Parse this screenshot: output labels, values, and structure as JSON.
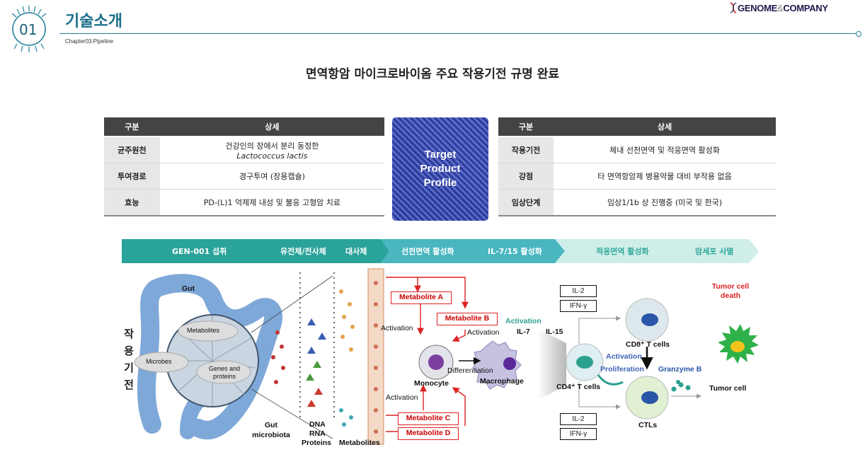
{
  "header": {
    "section_number": "01",
    "section_title": "기술소개",
    "chapter": "Chapter03.Pipeline",
    "logo_left": "GENOME",
    "logo_amp": "&",
    "logo_right": "COMPANY"
  },
  "headline": "면역항암 마이크로바이옴 주요 작용기전 규명 완료",
  "left_table": {
    "headers": [
      "구분",
      "상세"
    ],
    "rows": [
      {
        "key": "균주원천",
        "value": "건강인의 장에서 분리 동정한",
        "value_em": "Lactococcus lactis"
      },
      {
        "key": "투여경로",
        "value": "경구투여 (장용캡슐)"
      },
      {
        "key": "효능",
        "value": "PD-(L)1 억제제 내성 및 불응 고형암 치료"
      }
    ]
  },
  "tpp": {
    "line1": "Target",
    "line2": "Product",
    "line3": "Profile"
  },
  "right_table": {
    "headers": [
      "구분",
      "상세"
    ],
    "rows": [
      {
        "key": "작용기전",
        "value": "체내 선천면역 및 적응면역 활성화"
      },
      {
        "key": "강점",
        "value": "타 면역항암제 병용약물 대비 부작용 없음"
      },
      {
        "key": "임상단계",
        "value": "임상1/1b 상 진행중 (미국 및 한국)"
      }
    ]
  },
  "stages": {
    "s1": "GEN-001 섭취",
    "s2": "유전체/전사체",
    "s3": "대사체",
    "s4": "선천면역 활성화",
    "s5": "IL-7/15 활성화",
    "s6": "적응면역 활성화",
    "s7": "암세포 사멸"
  },
  "colors": {
    "stage_dark": "#2aa39a",
    "stage_mid": "#49b6c0",
    "stage_light": "#cfeee9",
    "accent_red": "#d22222",
    "accent_blue": "#1f5fa8"
  },
  "side_label": [
    "작",
    "용",
    "기",
    "전"
  ],
  "diagram": {
    "gut": "Gut",
    "metabolites": "Metabolites",
    "microbes": "Microbes",
    "genes_proteins": "Genes and proteins",
    "gut_microbiota": "Gut microbiota",
    "dna": "DNA",
    "rna": "RNA",
    "proteins": "Proteins",
    "metabolites_col": "Metabolites",
    "met_a": "Metabolite A",
    "met_b": "Metabolite B",
    "met_c": "Metabolite C",
    "met_d": "Metabolite D",
    "activation": "Activation",
    "activation_blue": "Activation",
    "il7": "IL-7",
    "il15": "IL-15",
    "monocyte": "Monocyte",
    "differentiation": "Differentiation",
    "macrophage": "Macrophage",
    "il2": "IL-2",
    "ifny": "IFN-γ",
    "cd8": "CD8⁺ T cells",
    "cd4": "CD4⁺ T cells",
    "activation2": "Activation",
    "proliferation": "Proliferation",
    "granzyme": "Granzyme B",
    "ctls": "CTLs",
    "tumor_death": "Tumor cell death",
    "tumor_cell": "Tumor cell"
  }
}
